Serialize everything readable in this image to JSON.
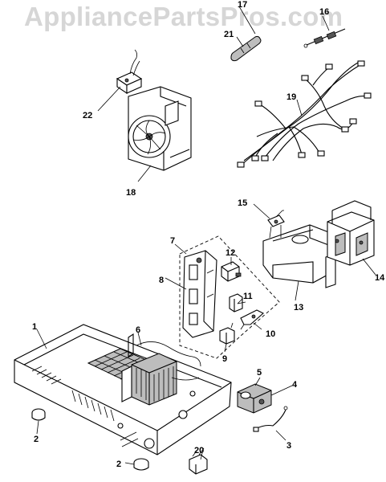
{
  "watermark": "AppliancePartsPros.com",
  "callouts": {
    "c1": "1",
    "c2a": "2",
    "c2b": "2",
    "c3": "3",
    "c4": "4",
    "c5": "5",
    "c6": "6",
    "c7": "7",
    "c8": "8",
    "c9": "9",
    "c10": "10",
    "c11": "11",
    "c12": "12",
    "c13": "13",
    "c14": "14",
    "c15": "15",
    "c16": "16",
    "c17": "17",
    "c18": "18",
    "c19": "19",
    "c20": "20",
    "c21": "21",
    "c22": "22"
  }
}
